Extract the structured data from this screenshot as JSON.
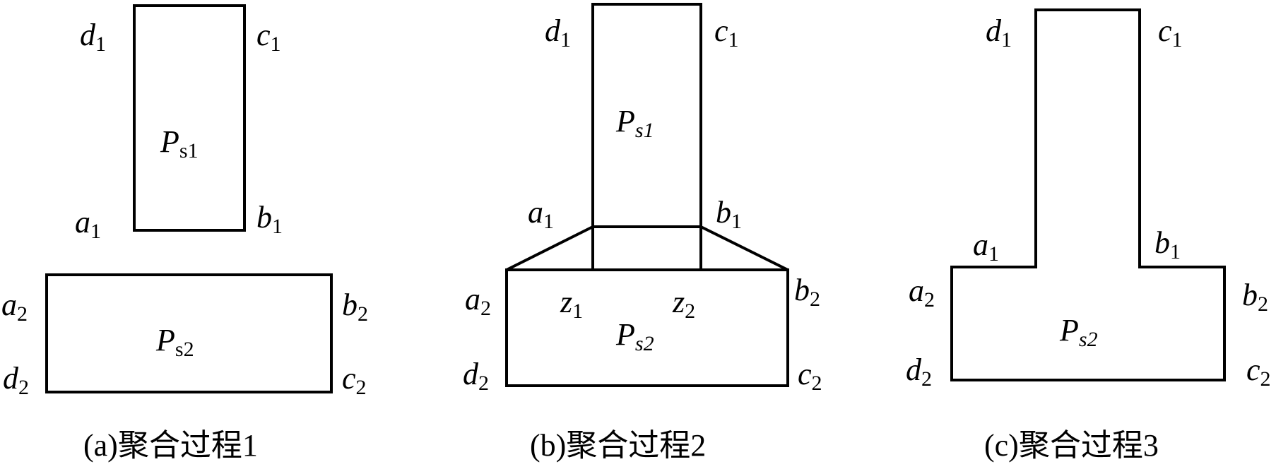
{
  "panels": [
    {
      "caption": "(a)聚合过程1",
      "labels": {
        "d1": {
          "base": "d",
          "sub": "1"
        },
        "c1": {
          "base": "c",
          "sub": "1"
        },
        "a1": {
          "base": "a",
          "sub": "1"
        },
        "b1": {
          "base": "b",
          "sub": "1"
        },
        "ps1": {
          "base": "P",
          "sub": "s1"
        },
        "a2": {
          "base": "a",
          "sub": "2"
        },
        "b2": {
          "base": "b",
          "sub": "2"
        },
        "d2": {
          "base": "d",
          "sub": "2"
        },
        "c2": {
          "base": "c",
          "sub": "2"
        },
        "ps2": {
          "base": "P",
          "sub": "s2"
        }
      }
    },
    {
      "caption": "(b)聚合过程2",
      "labels": {
        "d1": {
          "base": "d",
          "sub": "1"
        },
        "c1": {
          "base": "c",
          "sub": "1"
        },
        "ps1": {
          "base": "P",
          "sub": "s1"
        },
        "a1": {
          "base": "a",
          "sub": "1"
        },
        "b1": {
          "base": "b",
          "sub": "1"
        },
        "a2": {
          "base": "a",
          "sub": "2"
        },
        "b2": {
          "base": "b",
          "sub": "2"
        },
        "z1": {
          "base": "z",
          "sub": "1"
        },
        "z2": {
          "base": "z",
          "sub": "2"
        },
        "ps2": {
          "base": "P",
          "sub": "s2"
        },
        "d2": {
          "base": "d",
          "sub": "2"
        },
        "c2": {
          "base": "c",
          "sub": "2"
        }
      }
    },
    {
      "caption": "(c)聚合过程3",
      "labels": {
        "d1": {
          "base": "d",
          "sub": "1"
        },
        "c1": {
          "base": "c",
          "sub": "1"
        },
        "a1": {
          "base": "a",
          "sub": "1"
        },
        "b1": {
          "base": "b",
          "sub": "1"
        },
        "a2": {
          "base": "a",
          "sub": "2"
        },
        "b2": {
          "base": "b",
          "sub": "2"
        },
        "ps2": {
          "base": "P",
          "sub": "s2"
        },
        "d2": {
          "base": "d",
          "sub": "2"
        },
        "c2": {
          "base": "c",
          "sub": "2"
        }
      }
    }
  ]
}
